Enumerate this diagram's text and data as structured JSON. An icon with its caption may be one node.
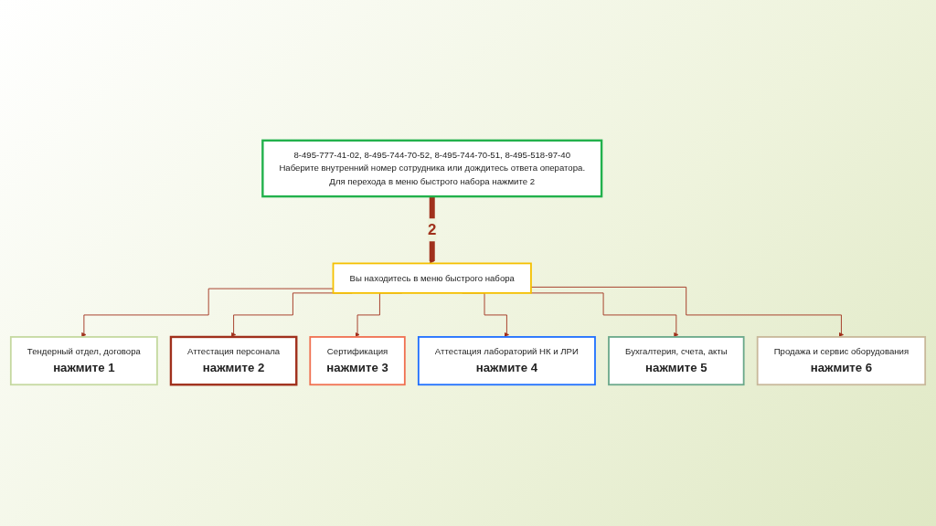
{
  "diagram": {
    "nodes": [
      {
        "text": [
          "8-495-777-41-02, 8-495-744-70-52, 8-495-744-70-51, 8-495-518-97-40",
          "Наберите внутренний номер сотрудника или дождитесь ответа оператора.",
          "Для перехода в меню быстрого набора нажмите 2"
        ]
      },
      {
        "text": [
          "Вы находитесь в меню быстрого набора"
        ]
      },
      {
        "text": [
          "Продажа и сервис оборудования",
          "нажмите 6"
        ]
      },
      {
        "text": [
          "Тендерный отдел, договора",
          "нажмите 1"
        ]
      },
      {
        "text": [
          "Бухгалтерия, счета, акты",
          "нажмите 5"
        ]
      },
      {
        "text": [
          "Аттестация персонала",
          "нажмите 2"
        ]
      },
      {
        "text": [
          "Аттестация лабораторий НК и ЛРИ",
          "нажмите 4"
        ]
      },
      {
        "text": [
          "Сертификация",
          "нажмите 3"
        ]
      }
    ],
    "edges": [
      {
        "from": 0,
        "to": 1,
        "arrow": "to",
        "label": "2",
        "style": "thick"
      },
      {
        "from": 1,
        "to": 3,
        "arrow": "to"
      },
      {
        "from": 1,
        "to": 5,
        "arrow": "to"
      },
      {
        "from": 1,
        "to": 7,
        "arrow": "to"
      },
      {
        "from": 1,
        "to": 6,
        "arrow": "to"
      },
      {
        "from": 1,
        "to": 4,
        "arrow": "to"
      },
      {
        "from": 1,
        "to": 2,
        "arrow": "to"
      }
    ]
  }
}
